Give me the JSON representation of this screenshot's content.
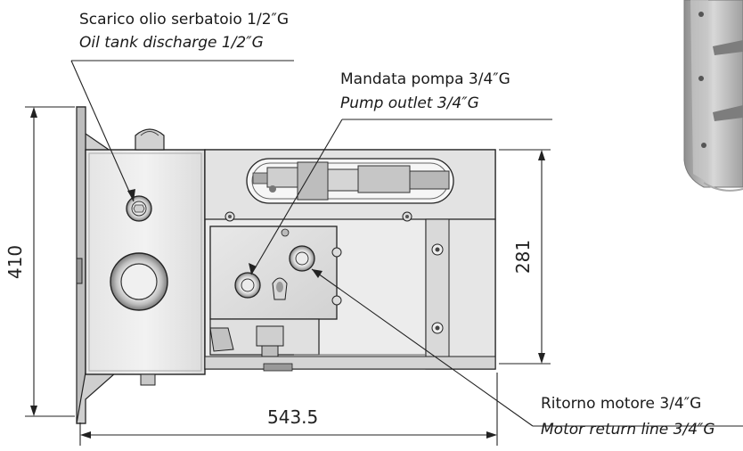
{
  "labels": {
    "tank_discharge_it": "Scarico olio serbatoio 1/2″G",
    "tank_discharge_en": "Oil tank discharge 1/2″G",
    "pump_outlet_it": "Mandata pompa 3/4″G",
    "pump_outlet_en": "Pump outlet 3/4″G",
    "motor_return_it": "Ritorno motore 3/4″G",
    "motor_return_en": "Motor return line 3/4″G"
  },
  "dimensions": {
    "height_total": "410",
    "height_block": "281",
    "width_total": "543.5"
  },
  "colors": {
    "line": "#1a1a1a",
    "metal_light": "#eeeeee",
    "metal_mid": "#d6d6d6",
    "metal_dark": "#9a9a9a"
  }
}
